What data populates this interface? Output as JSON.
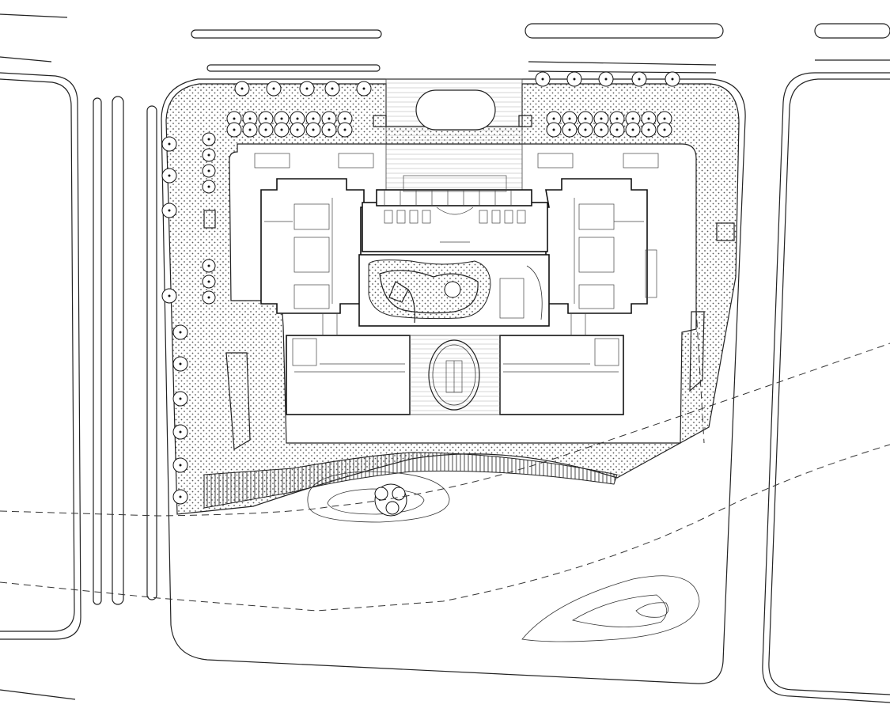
{
  "drawing": {
    "type": "site-plan",
    "colors": {
      "line": "#222222",
      "background": "#ffffff",
      "hatch": "#555555"
    },
    "features": [
      "perimeter-roads",
      "dotted-landscape-zone",
      "main-building-complex",
      "central-courtyard-garden",
      "oval-atrium",
      "street-tree-rows",
      "southern-lawn-with-tree-cluster",
      "contour-mound",
      "underground-boundary-dashed-lines"
    ]
  }
}
